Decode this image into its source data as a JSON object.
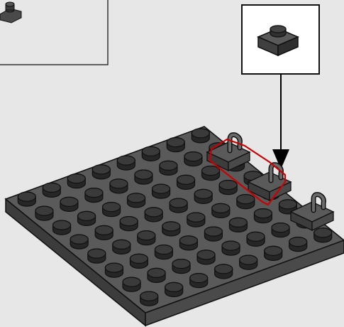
{
  "page": {
    "background": "#e7e7e7"
  },
  "colors": {
    "plate_top": "#5a5a5a",
    "plate_side": "#3c3c3c",
    "plate_front": "#4a4a4a",
    "stud_top": "#3a3a3a",
    "stud_side": "#262626",
    "outline": "#111111",
    "highlight": "#cc0000",
    "callout_bg": "#ffffff",
    "arrow": "#000000"
  },
  "callouts": [
    {
      "name": "previous-step-callout",
      "content": "partial-build-thumbnail"
    },
    {
      "name": "parts-callout",
      "content": "dark-gray-1x1-plate"
    }
  ],
  "build": {
    "base_plate": {
      "studs_across": 8,
      "studs_deep": 8,
      "color": "dark-bluish-gray"
    },
    "added_part": {
      "type": "1x1-plate-with-clip",
      "count": 3,
      "color": "dark-bluish-gray"
    },
    "insert_arrow": {
      "direction": "down"
    }
  }
}
